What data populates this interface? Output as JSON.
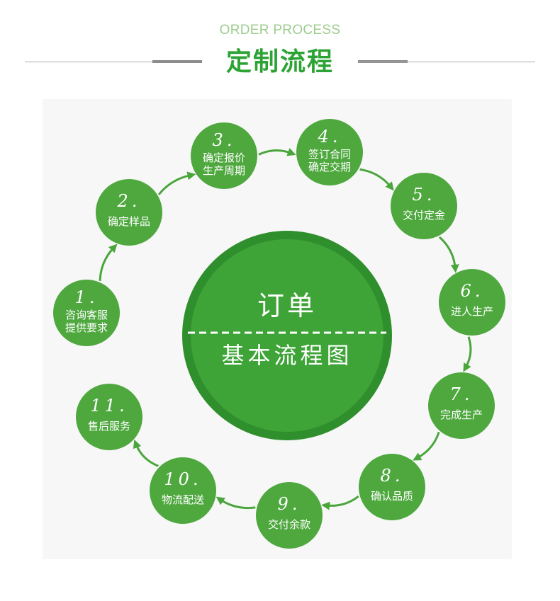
{
  "header": {
    "subtitle": "ORDER PROCESS",
    "title": "定制流程"
  },
  "center": {
    "top_text": "订单",
    "bottom_text": "基本流程图"
  },
  "steps": [
    {
      "num": "1.",
      "lines": [
        "咨询客服",
        "提供要求"
      ]
    },
    {
      "num": "2.",
      "lines": [
        "确定样品"
      ]
    },
    {
      "num": "3.",
      "lines": [
        "确定报价",
        "生产周期"
      ]
    },
    {
      "num": "4.",
      "lines": [
        "签订合同",
        "确定交期"
      ]
    },
    {
      "num": "5.",
      "lines": [
        "交付定金"
      ]
    },
    {
      "num": "6.",
      "lines": [
        "进人生产"
      ]
    },
    {
      "num": "7.",
      "lines": [
        "完成生产"
      ]
    },
    {
      "num": "8.",
      "lines": [
        "确认品质"
      ]
    },
    {
      "num": "9.",
      "lines": [
        "交付余款"
      ]
    },
    {
      "num": "10.",
      "lines": [
        "物流配送"
      ]
    },
    {
      "num": "11.",
      "lines": [
        "售后服务"
      ]
    }
  ],
  "colors": {
    "accent": "#2ea335",
    "node": "#4ea83e",
    "center_outer": "#2f8f2c",
    "center_inner": "#3ea437",
    "arrow": "#4aa63c",
    "subtitle": "#9dcc8e"
  }
}
